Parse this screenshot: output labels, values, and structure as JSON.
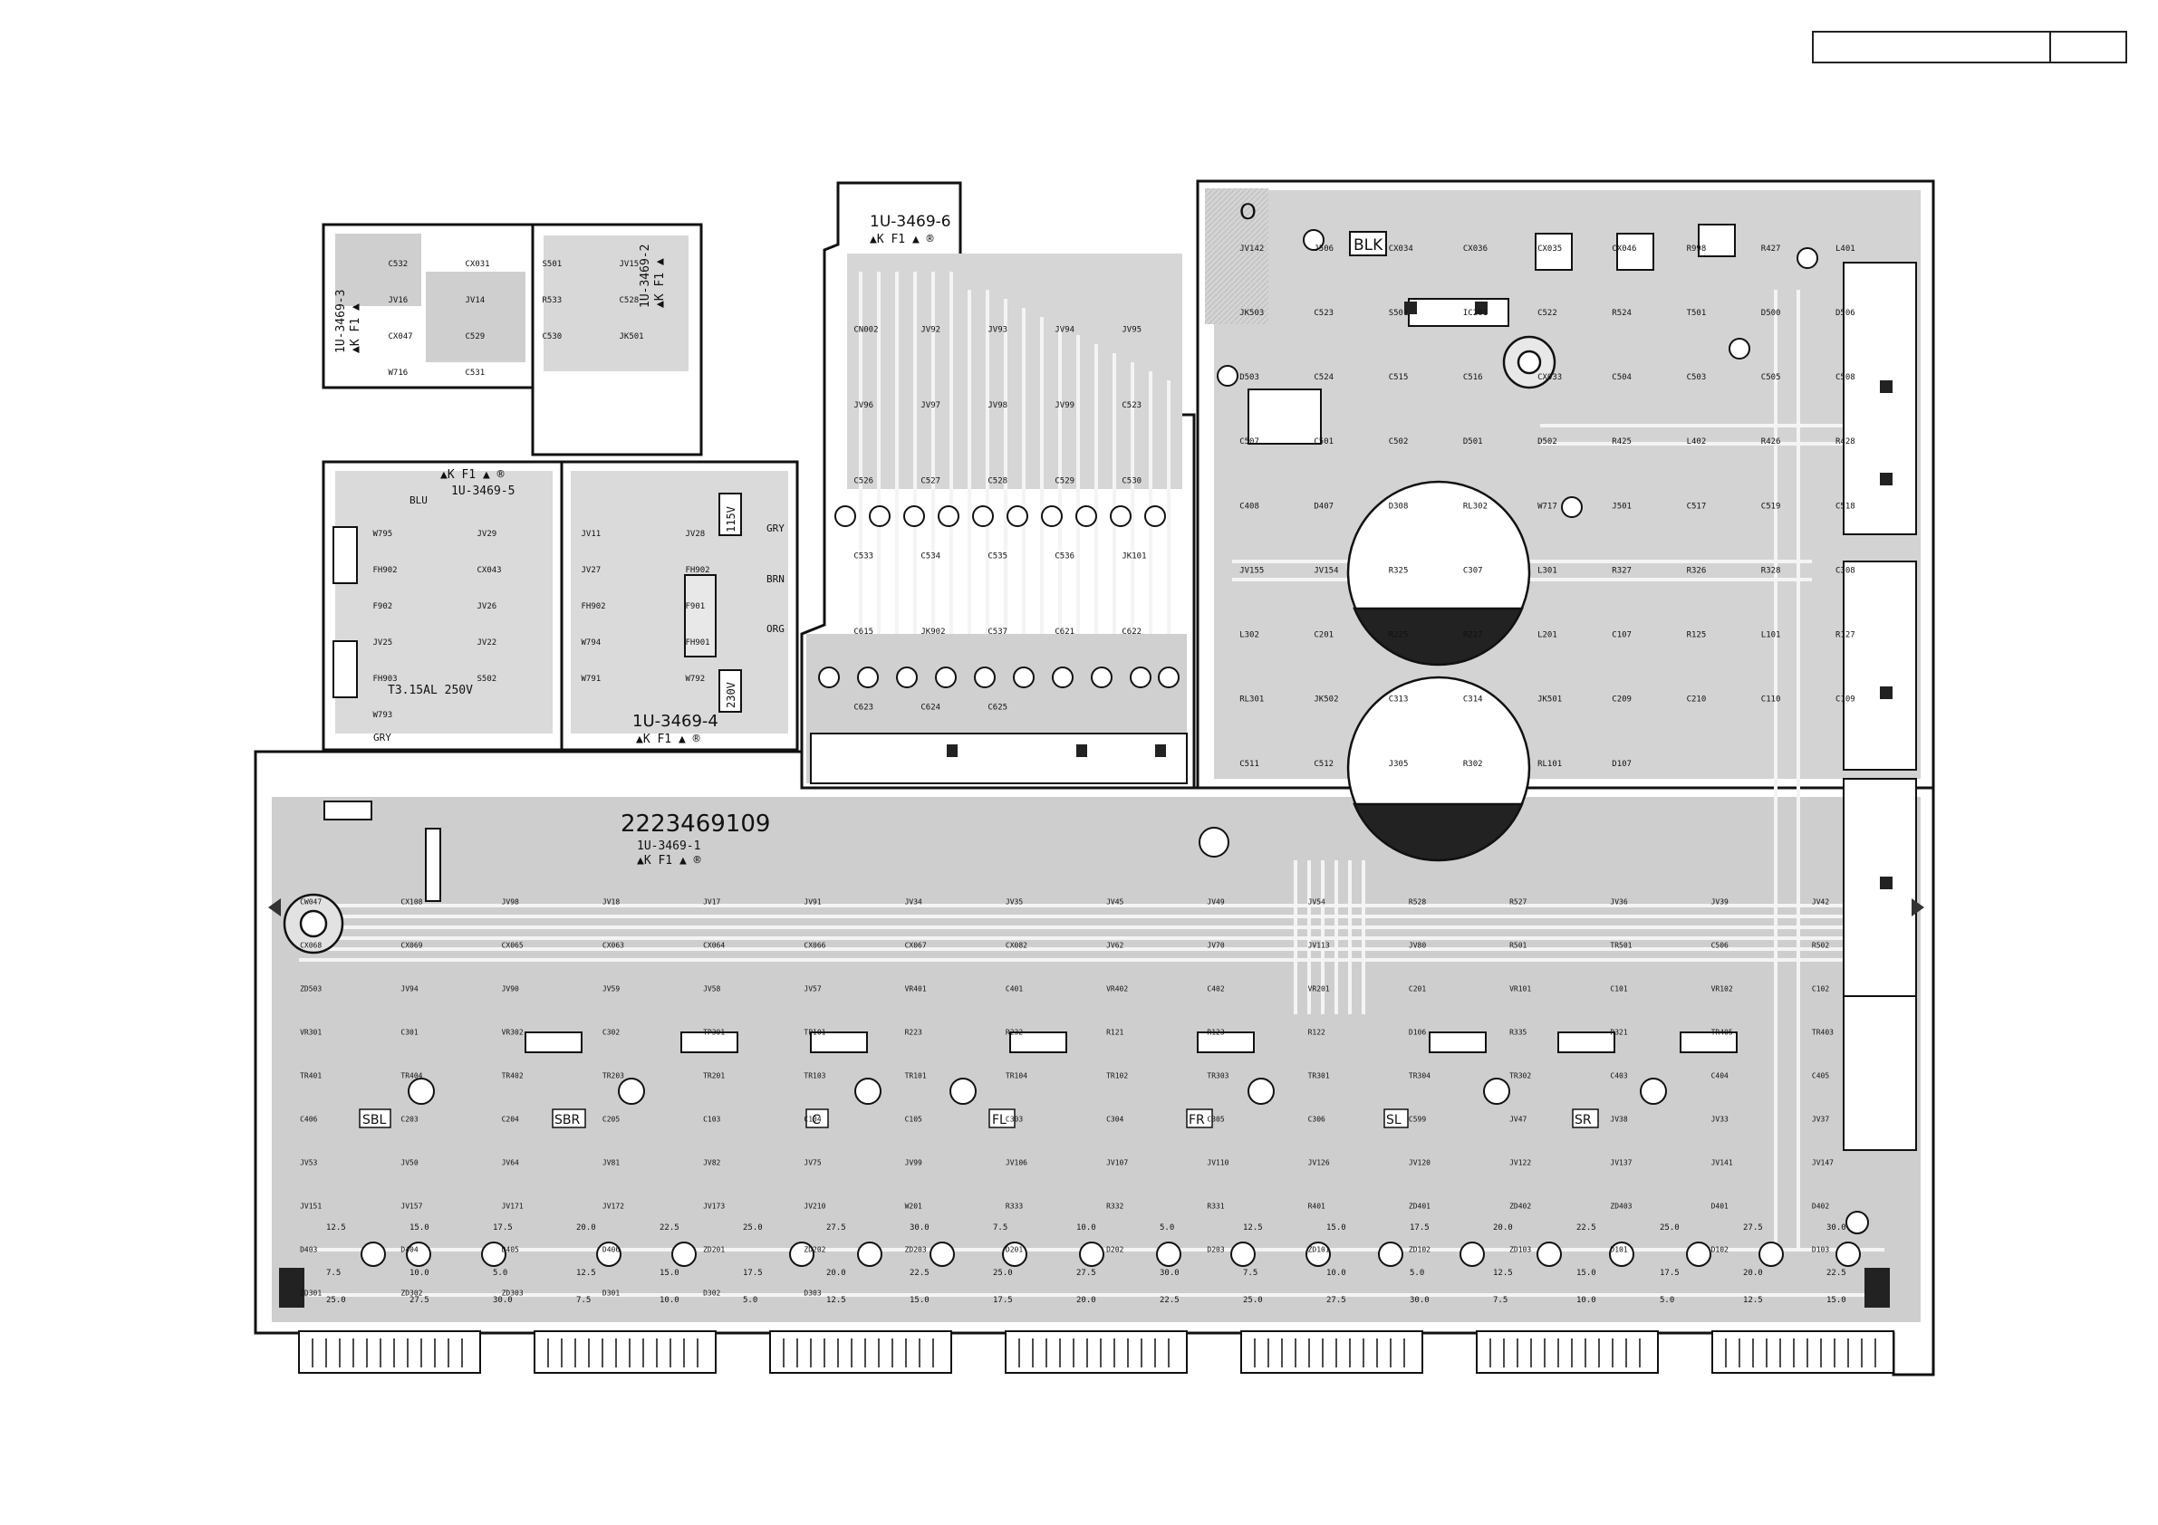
{
  "header": {
    "cells": [
      "",
      ""
    ]
  },
  "boards": {
    "b3": {
      "id": "1U-3469-3",
      "marks": "▲K F1 ▲"
    },
    "b2": {
      "id": "1U-3469-2",
      "marks": "▲K F1 ▲"
    },
    "b5": {
      "id": "1U-3469-5",
      "marks": "▲K F1 ▲ ®"
    },
    "b4": {
      "id": "1U-3469-4",
      "marks": "▲K F1 ▲ ®"
    },
    "b6": {
      "id": "1U-3469-6",
      "marks": "▲K F1 ▲ ®"
    },
    "b1": {
      "id": "1U-3469-1",
      "marks": "▲K F1 ▲ ®",
      "serial": "2223469109"
    }
  },
  "labels": {
    "blk": "BLK",
    "v115": "115V",
    "v230": "230V",
    "fuse": "T3.15AL 250V",
    "blu": "BLU",
    "gry": "GRY",
    "brn": "BRN",
    "org": "ORG",
    "grylow": "GRY",
    "o": "O"
  },
  "channels": [
    "SBL",
    "SBR",
    "C",
    "FL",
    "FR",
    "SL",
    "SR"
  ],
  "parts": {
    "psu_top": [
      "C532",
      "CX031",
      "S501",
      "JV15",
      "JV16",
      "JV14",
      "R533",
      "C528",
      "CX047",
      "C529",
      "C530",
      "JK501",
      "W716",
      "C531"
    ],
    "psu_mid": [
      "W795",
      "JV29",
      "JV11",
      "JV28",
      "FH902",
      "CX043",
      "JV27",
      "FH902",
      "F902",
      "JV26",
      "FH902",
      "F901",
      "JV25",
      "JV22",
      "W794",
      "FH901",
      "FH903",
      "S502",
      "W791",
      "W792",
      "W793"
    ],
    "board6": [
      "CN002",
      "JV92",
      "JV93",
      "JV94",
      "JV95",
      "JV96",
      "JV97",
      "JV98",
      "JV99",
      "C523",
      "C526",
      "C527",
      "C528",
      "C529",
      "C530",
      "C533",
      "C534",
      "C535",
      "C536",
      "JK101",
      "C615",
      "JK902",
      "C537",
      "C621",
      "C622",
      "C623",
      "C624",
      "C625"
    ],
    "top_right": [
      "JV142",
      "J506",
      "CX034",
      "CX036",
      "CX035",
      "CX046",
      "R998",
      "R427",
      "L401",
      "JK503",
      "C523",
      "S501",
      "IC201",
      "C522",
      "R524",
      "T501",
      "D500",
      "D506",
      "D503",
      "C524",
      "C515",
      "C516",
      "CX033",
      "C504",
      "C503",
      "C505",
      "C508",
      "C507",
      "C501",
      "C502",
      "D501",
      "D502",
      "R425",
      "L402",
      "R426",
      "R428",
      "C408",
      "D407",
      "D308",
      "RL302",
      "W717",
      "J501",
      "C517",
      "C519",
      "C518",
      "JV155",
      "JV154",
      "R325",
      "C307",
      "L301",
      "R327",
      "R326",
      "R328",
      "C308",
      "L302",
      "C201",
      "R225",
      "R227",
      "L201",
      "C107",
      "R125",
      "L101",
      "R127",
      "RL301",
      "JK502",
      "C313",
      "C314",
      "JK501",
      "C209",
      "C210",
      "C110",
      "C109",
      "C511",
      "C512",
      "J305",
      "R302",
      "RL101",
      "D107"
    ],
    "main": [
      "CW047",
      "CX108",
      "JV98",
      "JV18",
      "JV17",
      "JV91",
      "JV34",
      "JV35",
      "JV45",
      "JV49",
      "JV54",
      "R528",
      "R527",
      "JV36",
      "JV39",
      "JV42",
      "CX068",
      "CX069",
      "CX065",
      "CX063",
      "CX064",
      "CX066",
      "CX067",
      "CX082",
      "JV62",
      "JV70",
      "JV113",
      "JV80",
      "R501",
      "TR501",
      "C506",
      "R502",
      "ZD503",
      "JV94",
      "JV90",
      "JV59",
      "JV58",
      "JV57",
      "VR401",
      "C401",
      "VR402",
      "C402",
      "VR201",
      "C201",
      "VR101",
      "C101",
      "VR102",
      "C102",
      "VR301",
      "C301",
      "VR302",
      "C302",
      "TP301",
      "TP101",
      "R223",
      "R232",
      "R121",
      "R123",
      "R122",
      "D106",
      "R335",
      "R321",
      "TR405",
      "TR403",
      "TR401",
      "TR404",
      "TR402",
      "TR203",
      "TR201",
      "TR103",
      "TR101",
      "TR104",
      "TR102",
      "TR303",
      "TR301",
      "TR304",
      "TR302",
      "C403",
      "C404",
      "C405",
      "C406",
      "C203",
      "C204",
      "C205",
      "C103",
      "C104",
      "C105",
      "C303",
      "C304",
      "C305",
      "C306",
      "C599",
      "JV47",
      "JV38",
      "JV33",
      "JV37",
      "JV53",
      "JV50",
      "JV64",
      "JV81",
      "JV82",
      "JV75",
      "JV99",
      "JV106",
      "JV107",
      "JV110",
      "JV126",
      "JV120",
      "JV122",
      "JV137",
      "JV141",
      "JV147",
      "JV151",
      "JV157",
      "JV171",
      "JV172",
      "JV173",
      "JV210",
      "W201",
      "R333",
      "R332",
      "R331",
      "R401",
      "ZD401",
      "ZD402",
      "ZD403",
      "D401",
      "D402",
      "D403",
      "D404",
      "D405",
      "D406",
      "ZD201",
      "ZD202",
      "ZD203",
      "D201",
      "D202",
      "D203",
      "ZD101",
      "ZD102",
      "ZD103",
      "D101",
      "D102",
      "D103",
      "ZD301",
      "ZD302",
      "ZD303",
      "D301",
      "D302",
      "D303"
    ],
    "values": [
      "12.5",
      "15.0",
      "17.5",
      "20.0",
      "22.5",
      "25.0",
      "27.5",
      "30.0",
      "7.5",
      "10.0",
      "5.0"
    ]
  }
}
